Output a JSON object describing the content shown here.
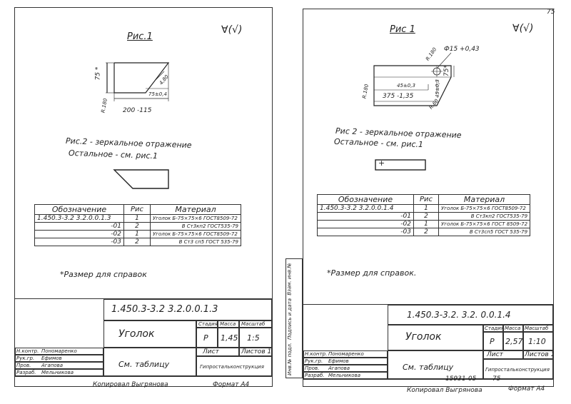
{
  "page_number": "75",
  "sheets": [
    {
      "fig1_title": "Рис.1",
      "roughness": "∀(√)",
      "dim_height": "75 *",
      "dim_radius": "R.180",
      "dim_chamfer": "4,80",
      "dim_leg": "75±0,4",
      "dim_length": "200 -115",
      "fig2_line1": "Рис.2 - зеркальное отражение",
      "fig2_line2": "Остальное - см. рис.1",
      "table": {
        "headers": [
          "Обозначение",
          "Рис",
          "Материал"
        ],
        "rows": [
          {
            "designation": "1.450.3-3.2  3.2.0.0.1.3",
            "fig": "1",
            "material": "Уголок Б-75×75×6 ГОСТ8509-72"
          },
          {
            "designation": "-01",
            "fig": "2",
            "material": "В Ст3кп2 ГОСТ535-79"
          },
          {
            "designation": "-02",
            "fig": "1",
            "material": "Уголок Б-75×75×6 ГОСТ8509-72"
          },
          {
            "designation": "-03",
            "fig": "2",
            "material": "В Ст3 сп5 ГОСТ 535-79"
          }
        ]
      },
      "note": "*Размер для справок",
      "doc_code": "1.450.3-3.2  3.2.0.0.1.3",
      "part_name": "Уголок",
      "stage_label": "Стадия",
      "mass_label": "Масса",
      "scale_label": "Масштаб",
      "stage": "Р",
      "mass": "1,45",
      "scale": "1:5",
      "sheet_label": "Лист",
      "sheets_label": "Листов 1",
      "see_table": "См. таблицу",
      "org": "Гипростальконструкция",
      "roles": [
        "Н.контр.",
        "Рук.гр.",
        "Пров.",
        "Разраб."
      ],
      "names": [
        "Пономаренко",
        "Ефимов",
        "Агапова",
        "Мельникова"
      ],
      "copied": "Копировал  Выгрянова",
      "format": "Формат А4"
    },
    {
      "fig1_title": "Рис 1",
      "roughness": "∀(√)",
      "dim_diameter": "Ф15 +0,43",
      "dim_height": "75*",
      "dim_radius": "R.180",
      "dim_radius2": "R.180",
      "dim_radius3": "R.60",
      "dim_hole_pos": "45±0,3",
      "dim_hole_v": "45±0,3",
      "dim_length": "375 -1,35",
      "fig2_line1": "Рис 2 - зеркальное отражение",
      "fig2_line2": "Остальное - см. рис.1",
      "table": {
        "headers": [
          "Обозначение",
          "Рис",
          "Материал"
        ],
        "rows": [
          {
            "designation": "1.450.3-3.2  3.2.0.0.1.4",
            "fig": "1",
            "material": "Уголок Б-75×75×6 ГОСТ8509-72"
          },
          {
            "designation": "-01",
            "fig": "2",
            "material": "В Ст3кп2 ГОСТ535-79"
          },
          {
            "designation": "-02",
            "fig": "1",
            "material": "Уголок Б-75×75×6 ГОСТ 8509-72"
          },
          {
            "designation": "-03",
            "fig": "2",
            "material": "В Ст3сп5 ГОСТ 535-79"
          }
        ]
      },
      "note": "*Размер для справок.",
      "doc_code": "1.450.3-3.2. 3.2. 0.0.1.4",
      "part_name": "Уголок",
      "stage_label": "Стадия",
      "mass_label": "Масса",
      "scale_label": "Масштаб",
      "stage": "Р",
      "mass": "2,57",
      "scale": "1:10",
      "sheet_label": "Лист",
      "sheets_label": "Листов 1",
      "see_table": "См. таблицу",
      "org": "Гипростальконструкция",
      "roles": [
        "Н.контр.",
        "Рук.гр.",
        "Пров.",
        "Разраб."
      ],
      "names": [
        "Пономаренко",
        "Ефимов",
        "Агапова",
        "Мельникова"
      ],
      "side_labels": [
        "Инв.№ подл.",
        "Подпись и дата",
        "Взам. инв.№"
      ],
      "stamp": "15931-05",
      "stamp_page": "75",
      "copied": "Копировал  Выгрянова",
      "format": "Формат А4"
    }
  ]
}
